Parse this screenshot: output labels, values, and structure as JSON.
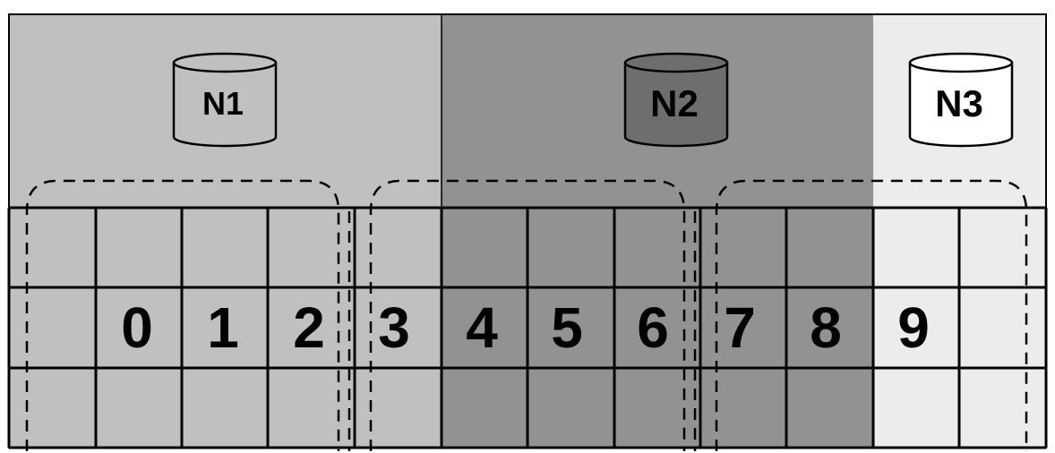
{
  "colors": {
    "n1_zone": "#c0c0c0",
    "n2_zone": "#929292",
    "n3_zone": "#ececec",
    "n1_cylinder": "#c0c0c0",
    "n2_cylinder": "#6e6e6e",
    "n3_cylinder": "#ffffff",
    "stroke": "#000000"
  },
  "icons": {
    "node": "database-cylinder-icon"
  },
  "nodes": [
    {
      "label": "N1"
    },
    {
      "label": "N2"
    },
    {
      "label": "N3"
    }
  ],
  "cells": [
    "",
    "0",
    "1",
    "2",
    "3",
    "4",
    "5",
    "6",
    "7",
    "8",
    "9",
    ""
  ],
  "groups": [
    {
      "cells": [
        "0",
        "1",
        "2"
      ]
    },
    {
      "cells": [
        "3",
        "4",
        "5",
        "6"
      ]
    },
    {
      "cells": [
        "7",
        "8",
        "9"
      ]
    }
  ]
}
